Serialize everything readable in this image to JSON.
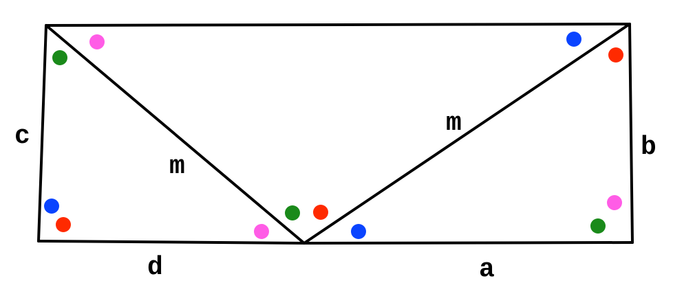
{
  "labels": {
    "c": "c",
    "b": "b",
    "d": "d",
    "a": "a",
    "m_left": "m",
    "m_right": "m"
  },
  "colors": {
    "line": "#000000",
    "green": "#1a8a1a",
    "magenta": "#ff5ce6",
    "blue": "#0a44ff",
    "red": "#ff2a00"
  }
}
